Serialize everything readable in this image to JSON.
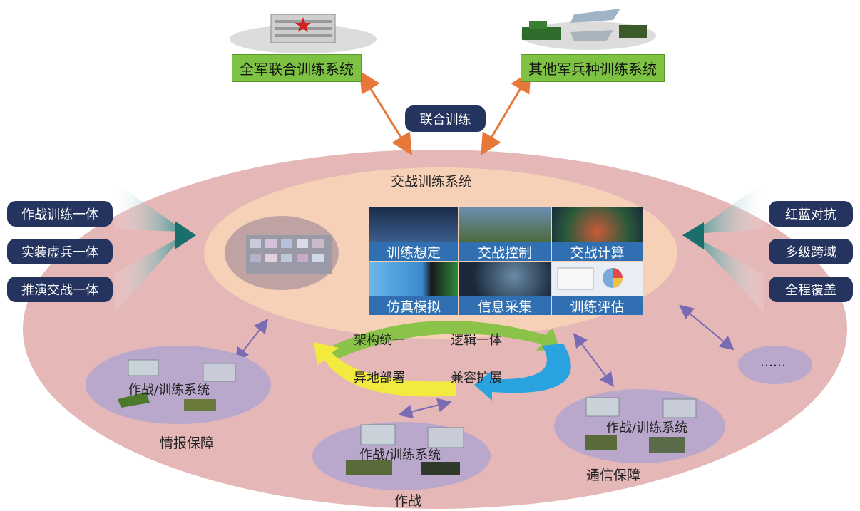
{
  "top": {
    "joint_system_label": "全军联合训练系统",
    "other_arms_label": "其他军兵种训练系统",
    "joint_training_pill": "联合训练"
  },
  "center": {
    "outer_title": "交战训练系统",
    "tiles": [
      {
        "label": "训练想定"
      },
      {
        "label": "交战控制"
      },
      {
        "label": "交战计算"
      },
      {
        "label": "仿真模拟"
      },
      {
        "label": "信息采集"
      },
      {
        "label": "训练评估"
      }
    ],
    "cycle": {
      "top_left": "架构统一",
      "top_right": "逻辑一体",
      "bottom_left": "异地部署",
      "bottom_right": "兼容扩展"
    }
  },
  "left_pills": [
    "作战训练一体",
    "实装虚兵一体",
    "推演交战一体"
  ],
  "right_pills": [
    "红蓝对抗",
    "多级跨域",
    "全程覆盖"
  ],
  "subsystems": {
    "intel": {
      "inner": "作战/训练系统",
      "caption": "情报保障"
    },
    "combat": {
      "inner": "作战/训练系统",
      "caption": "作战"
    },
    "comms": {
      "inner": "作战/训练系统",
      "caption": "通信保障"
    },
    "more": {
      "inner": "……"
    }
  },
  "colors": {
    "outer_ellipse": "#e6b7b7",
    "inner_ellipse": "#f7d1b7",
    "navy": "#24345e",
    "green_label": "#7dc242",
    "arrow_orange": "#e8773a",
    "arrow_purple": "#7a6bb5",
    "tile_caption": "#2f6fb2",
    "sub_ellipse": "#b9a7cc"
  }
}
